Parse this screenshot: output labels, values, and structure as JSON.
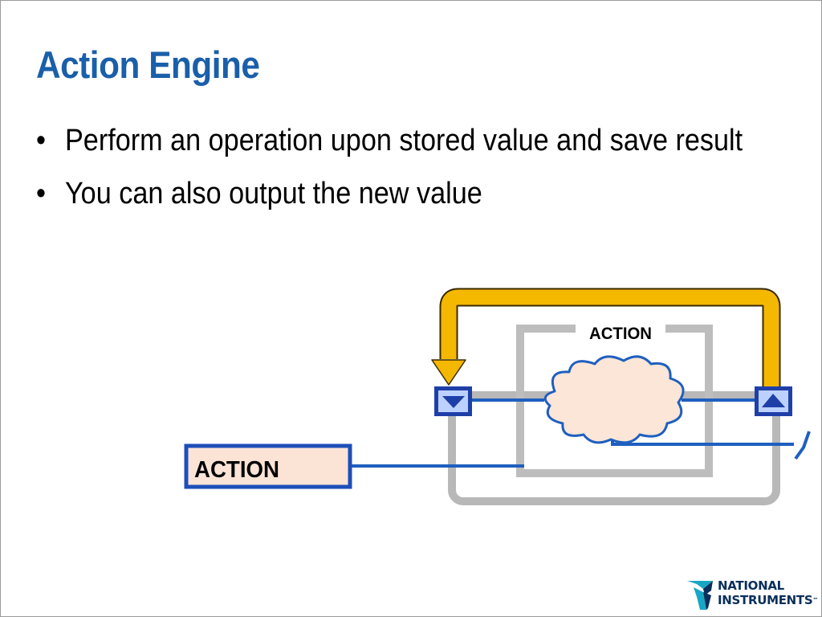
{
  "slide": {
    "title": "Action Engine",
    "bullets": [
      {
        "marker": "•",
        "text": "Perform an operation upon stored value and save result"
      },
      {
        "marker": "•",
        "text": "You can also output the new value"
      }
    ]
  },
  "diagram": {
    "frame_label": "ACTION",
    "control_label": "ACTION"
  },
  "logo": {
    "line1": "NATIONAL",
    "line2": "INSTRUMENTS",
    "trademark": "™"
  },
  "colors": {
    "title": "#1a5fa9",
    "wire_blue": "#1f5fbf",
    "feedback_orange": "#f5b800",
    "loop_gray": "#b8b8b8",
    "cloud_fill": "#fce6d8",
    "control_fill": "#fbe4d6",
    "control_border": "#1e4fb8",
    "logo_navy": "#0a2f5c"
  }
}
